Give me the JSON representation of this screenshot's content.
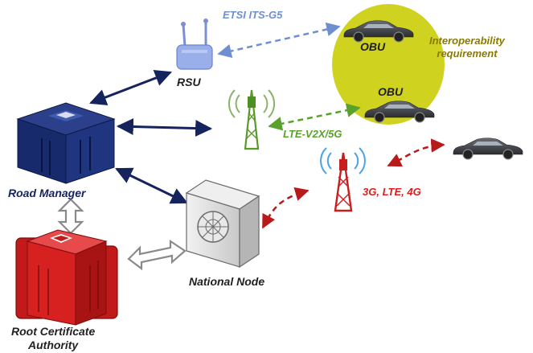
{
  "labels": {
    "rsu": "RSU",
    "etsi": "ETSI ITS-G5",
    "obu_top": "OBU",
    "obu_bottom": "OBU",
    "interop_line1": "Interoperability",
    "interop_line2": "requirement",
    "lte_v2x": "LTE-V2X/5G",
    "cellular": "3G, LTE, 4G",
    "road_manager": "Road Manager",
    "national_node": "National Node",
    "rca_line1": "Root Certificate",
    "rca_line2": "Authority"
  },
  "colors": {
    "navy": "#16245e",
    "ellipse": "#cfd21e",
    "etsi_link": "#6f8fd0",
    "lte_link": "#5aa02c",
    "cell_link": "#c81e1e",
    "rca_red": "#d72020",
    "server_gray": "#d9d9d9"
  },
  "icons": [
    "rsu-icon",
    "green-tower-icon",
    "red-tower-icon",
    "road-manager-building-icon",
    "national-node-server-icon",
    "root-ca-icon",
    "car-icon"
  ]
}
